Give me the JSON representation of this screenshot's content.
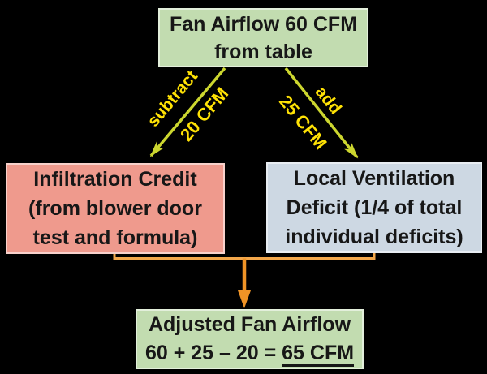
{
  "diagram": {
    "nodes": {
      "fan_airflow": {
        "lines": [
          "Fan Airflow 60 CFM",
          "from table"
        ]
      },
      "infiltration_credit": {
        "lines": [
          "Infiltration Credit",
          "(from blower door",
          "test and formula)"
        ]
      },
      "local_ventilation_deficit": {
        "lines": [
          "Local Ventilation",
          "Deficit (1/4 of total",
          "individual deficits)"
        ]
      },
      "adjusted_fan_airflow": {
        "title": "Adjusted Fan Airflow",
        "equation_prefix": "60 + 25  – 20 = ",
        "equation_result": "65 CFM"
      }
    },
    "edges": {
      "subtract": {
        "action": "subtract",
        "amount": "20 CFM"
      },
      "add": {
        "action": "add",
        "amount": "25 CFM"
      }
    },
    "colors": {
      "background": "#000000",
      "node_green": "#c2dcb0",
      "node_salmon": "#ef9a8d",
      "node_blue": "#cdd8e3",
      "arrow_yellow_green": "#ccd62f",
      "label_yellow": "#ffe205",
      "connector_orange": "#f3a74b",
      "arrow_orange": "#ef9326",
      "text": "#171717"
    }
  }
}
